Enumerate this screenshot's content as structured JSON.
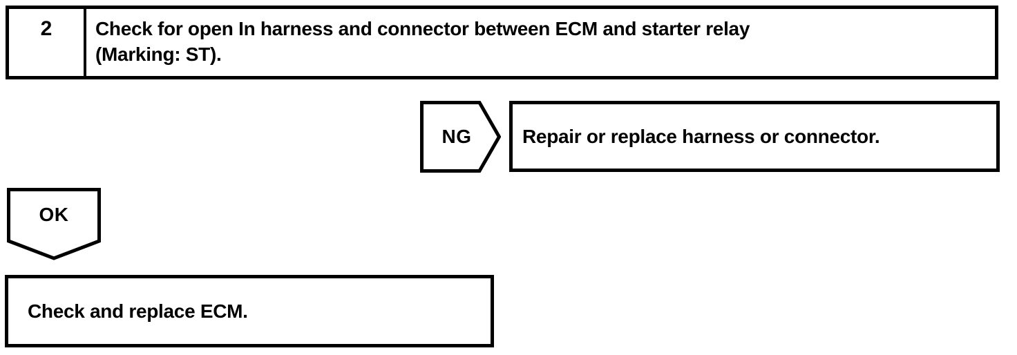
{
  "colors": {
    "ink": "#000000",
    "paper": "#ffffff"
  },
  "step_box": {
    "number": "2",
    "instruction_line1": "Check for open In harness and connector between ECM and starter relay",
    "instruction_line2": "(Marking: ST)."
  },
  "ng_branch": {
    "connector_label": "NG",
    "result_text": "Repair or replace harness or connector."
  },
  "ok_branch": {
    "connector_label": "OK",
    "result_text": "Check and replace ECM."
  }
}
